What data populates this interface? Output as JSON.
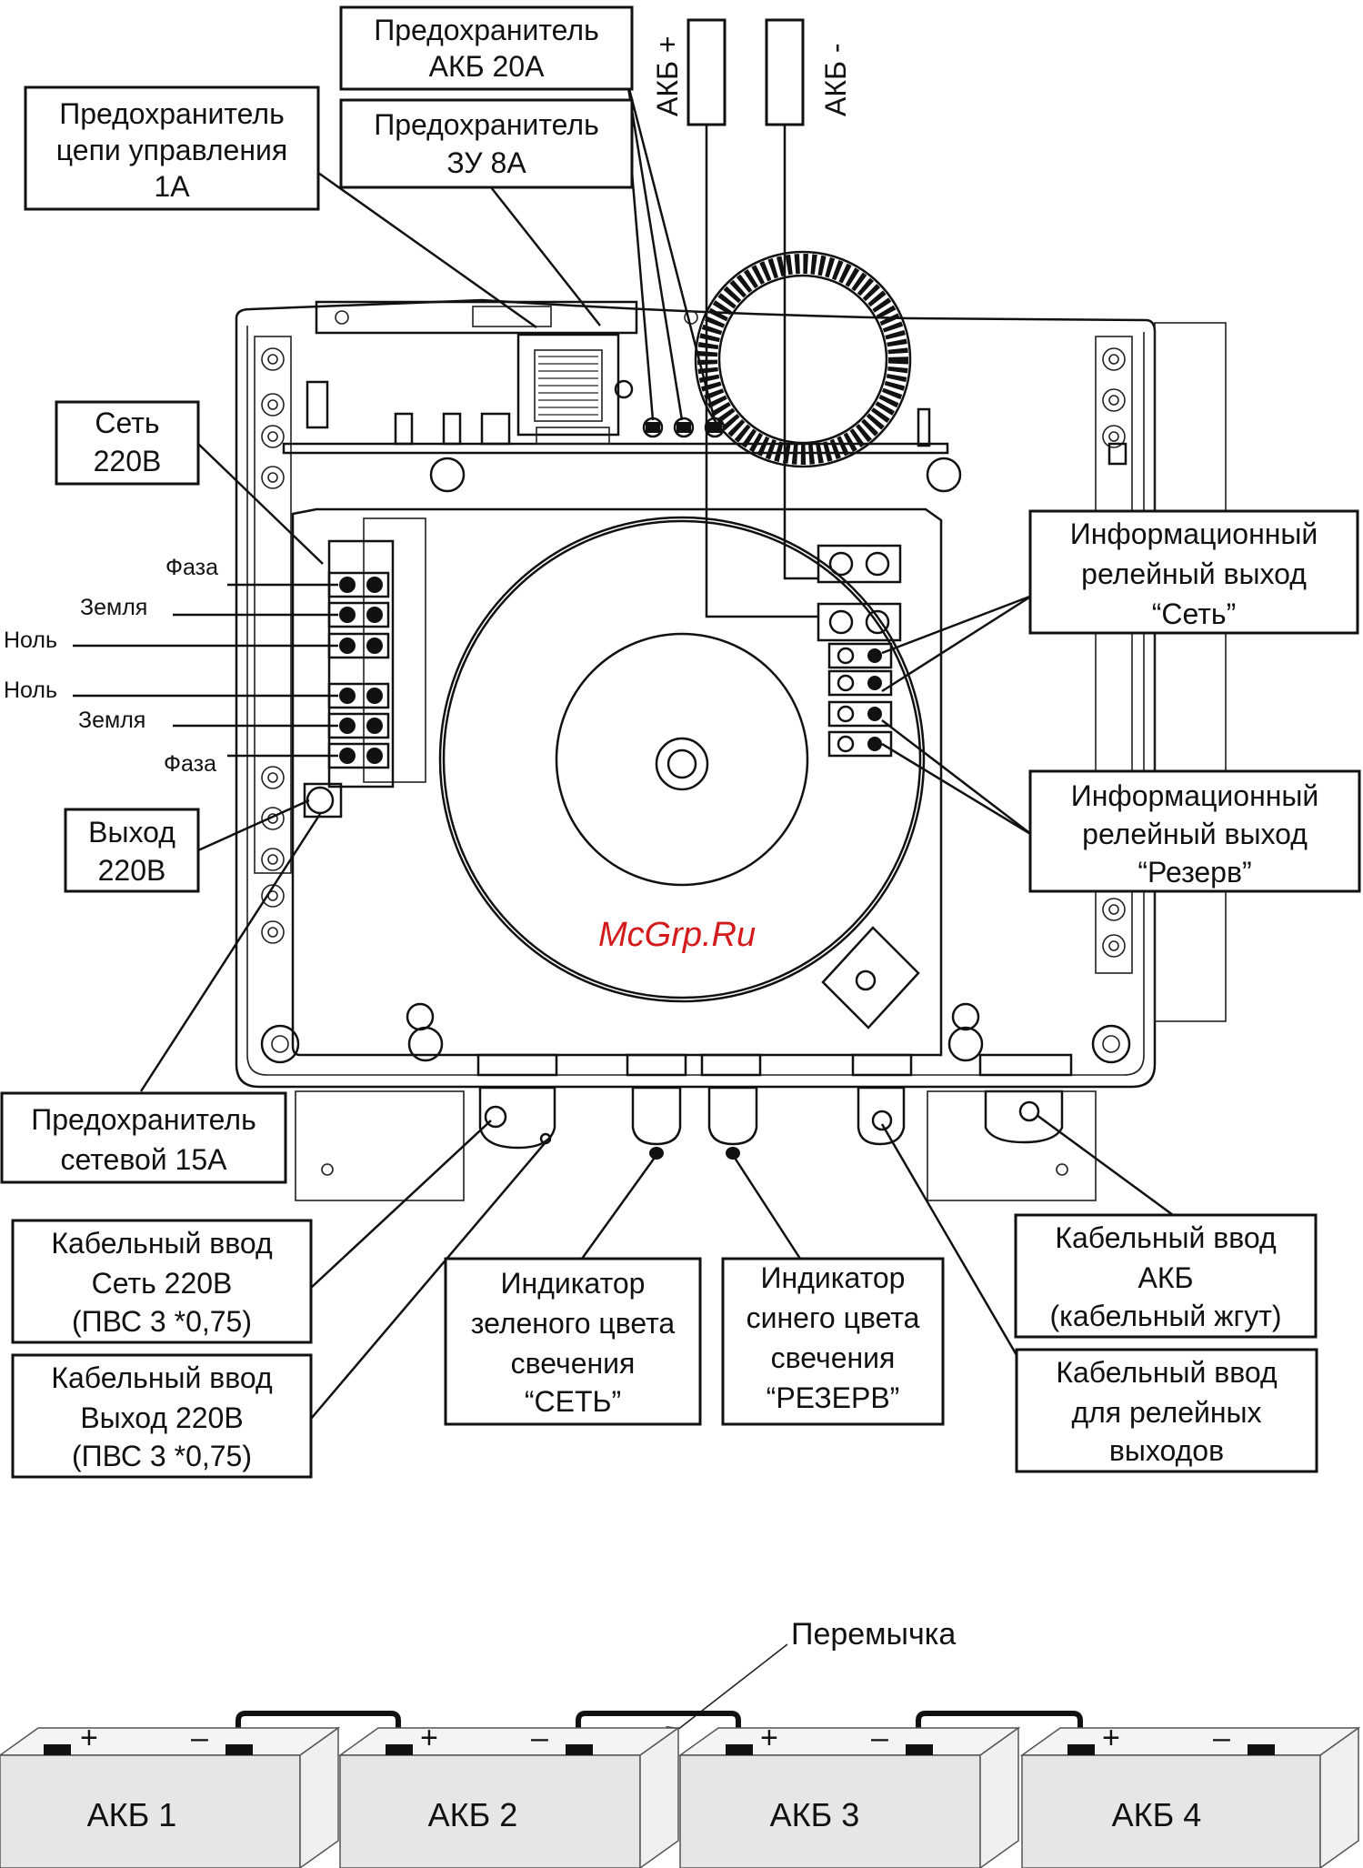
{
  "colors": {
    "ink": "#111111",
    "watermark": "#d41a1a",
    "battery_face": "#e6e6e6",
    "battery_top": "#f4f4f4"
  },
  "labels": {
    "fuse_akb": [
      "Предохранитель",
      "АКБ 20А"
    ],
    "fuse_ctrl": [
      "Предохранитель",
      "цепи управления",
      "1А"
    ],
    "fuse_charger": [
      "Предохранитель",
      "ЗУ 8А"
    ],
    "akb_plus": "АКБ +",
    "akb_minus": "АКБ -",
    "mains_in": [
      "Сеть",
      "220В"
    ],
    "info_relay_mains": [
      "Информационный",
      "релейный выход",
      "“Сеть”"
    ],
    "info_relay_reserve": [
      "Информационный",
      "релейный выход",
      "“Резерв”"
    ],
    "output": [
      "Выход",
      "220В"
    ],
    "fuse_mains": [
      "Предохранитель",
      "сетевой 15А"
    ],
    "cable_in_mains": [
      "Кабельный ввод",
      "Сеть 220В",
      "(ПВС 3 *0,75)"
    ],
    "cable_in_output": [
      "Кабельный ввод",
      "Выход 220В",
      "(ПВС 3 *0,75)"
    ],
    "indicator_green": [
      "Индикатор",
      "зеленого цвета",
      "свечения",
      "“СЕТЬ”"
    ],
    "indicator_blue": [
      "Индикатор",
      "синего цвета",
      "свечения",
      "“РЕЗЕРВ”"
    ],
    "cable_in_akb": [
      "Кабельный ввод",
      "АКБ",
      "(кабельный жгут)"
    ],
    "cable_in_relay": [
      "Кабельный ввод",
      "для релейных",
      "выходов"
    ]
  },
  "wires_in": [
    "Фаза",
    "Земля",
    "Ноль"
  ],
  "wires_out": [
    "Ноль",
    "Земля",
    "Фаза"
  ],
  "watermark": "McGrp.Ru",
  "jumper_label": "Перемычка",
  "batteries": [
    "АКБ 1",
    "АКБ 2",
    "АКБ 3",
    "АКБ 4"
  ],
  "plus_sign": "+",
  "minus_sign": "–",
  "icons": [
    "toroid-transformer-icon",
    "terminal-block-icon",
    "cable-gland-icon",
    "battery-icon"
  ]
}
